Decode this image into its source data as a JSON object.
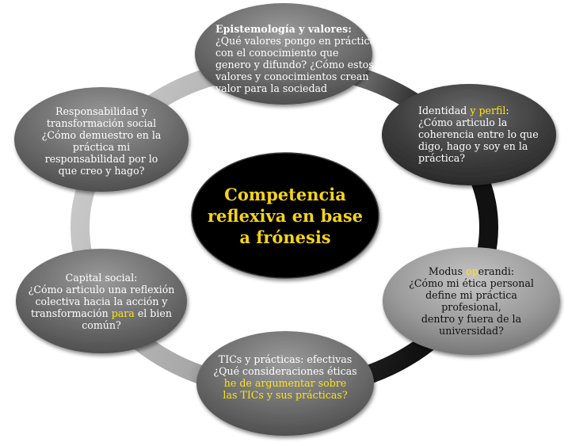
{
  "colors": {
    "center_fill": "#000000",
    "center_text": "#f5d418",
    "highlight": "#ffe21a",
    "ring_light": "#c8c8c8",
    "ring_dark": "#1c1c1c"
  },
  "center": {
    "line1": "Competencia",
    "line2": "reflexiva en base",
    "line3": "a frónesis"
  },
  "nodes": {
    "epistemologia": {
      "title": "Epistemología y valores:",
      "l1": "¿Qué valores pongo en práctica",
      "l2": "con el conocimiento que",
      "l3": "genero y difundo? ¿Cómo estos",
      "l4": "valores y conocimientos crean",
      "l5": "valor para la sociedad"
    },
    "identidad": {
      "t1": "Identidad ",
      "t1_hl": "y perfil",
      "t1_end": ":",
      "l1": "¿Cómo articulo la",
      "l2": "coherencia entre lo que",
      "l3": "digo, hago y soy en la",
      "l4": "práctica?"
    },
    "modus": {
      "t1": "Modus ",
      "t1_hl": "op",
      "t1_end": "erandi:",
      "l1": "¿Cómo mi ética personal",
      "l2": "define mi práctica",
      "l3": "profesional,",
      "l4": "dentro y fuera de la",
      "l5": "universidad?"
    },
    "tics": {
      "title": "TICs y prácticas: efectivas",
      "l1": "¿Qué consideraciones éticas",
      "l2_hl": "he de argumentar sobre",
      "l3_hl": "las TICs y sus prácticas?"
    },
    "capital": {
      "title": "Capital social:",
      "l1": "¿Cómo articulo una reflexión",
      "l2": "colectiva hacia la acción y",
      "l3_a": "transformación ",
      "l3_hl": "para",
      "l3_b": " el bien",
      "l4": "común?"
    },
    "responsabilidad": {
      "title": "Responsabilidad y",
      "l1": "transformación social",
      "l2": "¿Cómo demuestro en la",
      "l3": "práctica mi",
      "l4": "responsabilidad por lo",
      "l5": "que creo y hago?"
    }
  }
}
